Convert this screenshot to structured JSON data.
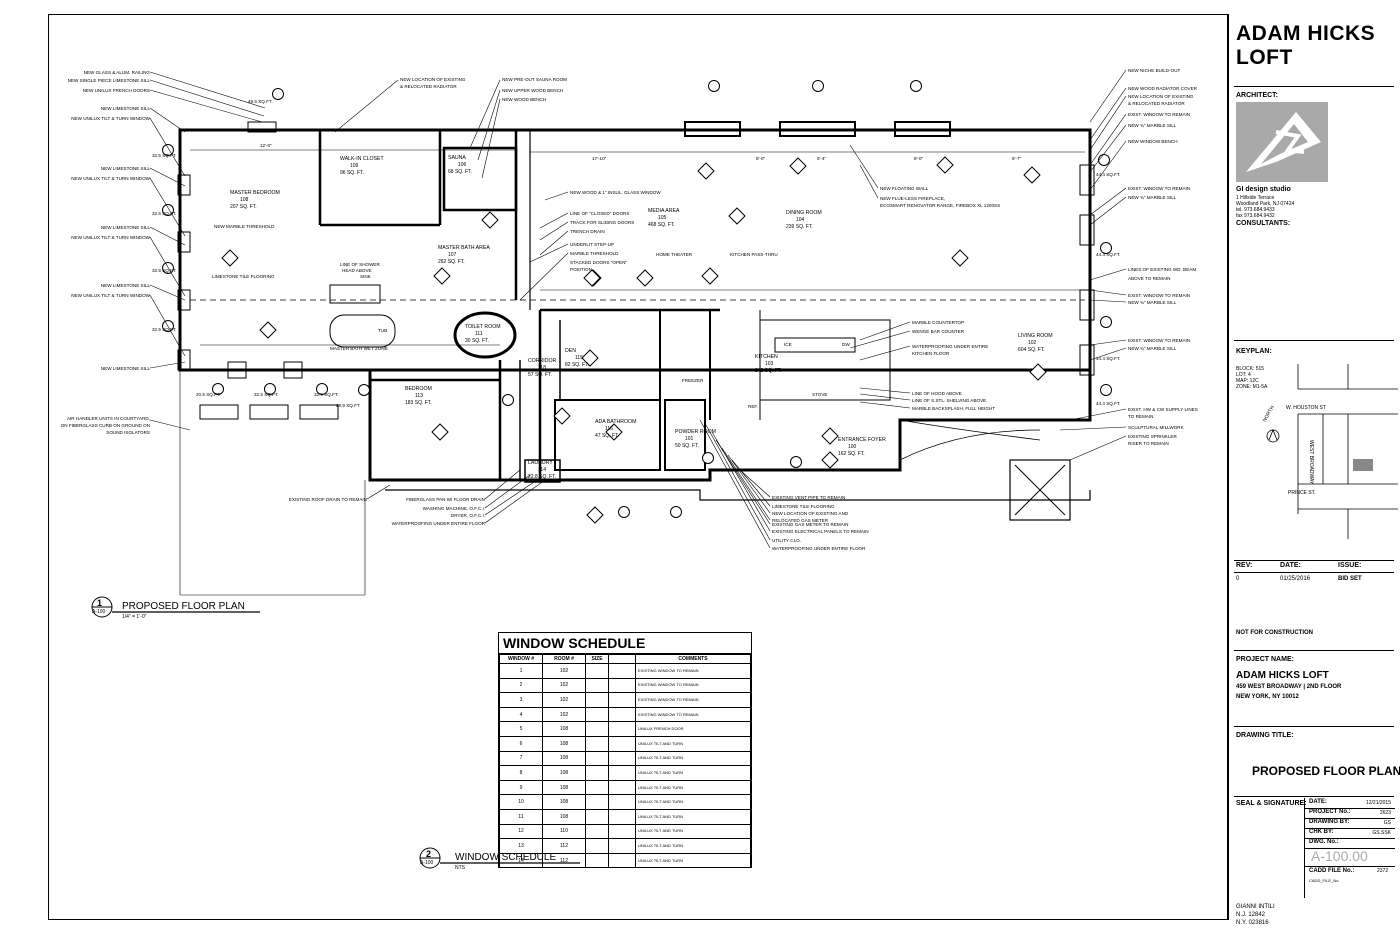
{
  "project": {
    "title": "ADAM HICKS LOFT",
    "architect_label": "ARCHITECT:",
    "studio_name": "GI design studio",
    "studio_lines": [
      "1 Hillside Terrace",
      "Woodland Park, NJ 07424",
      "tel. 973.684.9433",
      "fax 973.684.9432"
    ],
    "consultants_label": "CONSULTANTS:",
    "keyplan_label": "KEYPLAN:",
    "keyplan_info": [
      "BLOCK: 515",
      "LOT: 4",
      "MAP: 12C",
      "ZONE: M1-5A"
    ],
    "keyplan_streets": {
      "north_street": "W. HOUSTON ST",
      "east_street": "WEST BROADWAY",
      "south_street": "PRINCE ST.",
      "north_label": "NORTH"
    },
    "rev_headers": [
      "REV:",
      "DATE:",
      "ISSUE:"
    ],
    "rev_row": [
      "0",
      "01/25/2016",
      "BID SET"
    ],
    "not_for_construction": "NOT FOR CONSTRUCTION",
    "project_name_label": "PROJECT NAME:",
    "project_name": "ADAM HICKS LOFT",
    "address_1": "459 WEST BROADWAY | 2ND FLOOR",
    "address_2": "NEW YORK, NY 10012",
    "drawing_title_label": "DRAWING TITLE:",
    "drawing_title": "PROPOSED FLOOR PLAN",
    "seal_label": "SEAL & SIGNATURE:",
    "info_rows": [
      {
        "label": "DATE:",
        "value": "12/21/2015"
      },
      {
        "label": "PROJECT No.:",
        "value": "2623"
      },
      {
        "label": "DRAWING BY:",
        "value": "GS"
      },
      {
        "label": "CHK BY:",
        "value": "GS.SSK"
      },
      {
        "label": "DWG. No.:",
        "value": ""
      }
    ],
    "dwg_number": "A-100.00",
    "cadd_label": "CADD FILE No.:",
    "cadd_value": "2372",
    "cadd_sub": "CADD_FILE_No.",
    "signer": [
      "GIANNI INTILI",
      "N.J. 12842",
      "N.Y. 023816"
    ]
  },
  "plan": {
    "callout_1_num": "1",
    "callout_1_sheet": "A-100",
    "callout_1_title": "PROPOSED FLOOR PLAN",
    "callout_1_scale": "1/4\" = 1'-0\"",
    "callout_2_num": "2",
    "callout_2_sheet": "A-100",
    "callout_2_title": "WINDOW SCHEDULE",
    "callout_2_scale": "NTS",
    "rooms": [
      {
        "name": "MASTER BEDROOM",
        "num": "108",
        "area": "207 SQ. FT."
      },
      {
        "name": "WALK-IN CLOSET",
        "num": "109",
        "area": "96 SQ. FT."
      },
      {
        "name": "SAUNA",
        "num": "106",
        "area": "68 SQ. FT."
      },
      {
        "name": "MEDIA AREA",
        "num": "105",
        "area": "468 SQ. FT."
      },
      {
        "name": "DINING ROOM",
        "num": "104",
        "area": "239 SQ. FT."
      },
      {
        "name": "MASTER BATH AREA",
        "num": "107",
        "area": "262 SQ. FT."
      },
      {
        "name": "TOILET ROOM",
        "num": "111",
        "area": "30 SQ. FT."
      },
      {
        "name": "DEN",
        "num": "115",
        "area": "82 SQ. FT."
      },
      {
        "name": "KITCHEN",
        "num": "103",
        "area": "242 SQ. FT."
      },
      {
        "name": "LIVING ROOM",
        "num": "102",
        "area": "604 SQ. FT."
      },
      {
        "name": "BEDROOM",
        "num": "113",
        "area": "183 SQ. FT."
      },
      {
        "name": "ADA BATHROOM",
        "num": "116",
        "area": "47 SQ. FT."
      },
      {
        "name": "POWDER ROOM",
        "num": "101",
        "area": "50 SQ. FT."
      },
      {
        "name": "ENTRANCE FOYER",
        "num": "100",
        "area": "162 SQ. FT."
      },
      {
        "name": "CORRIDOR",
        "num": "118",
        "area": "57 SQ. FT."
      },
      {
        "name": "LAUNDRY",
        "num": "114",
        "area": "22.8 SQ. FT."
      }
    ],
    "notes_left": [
      "NEW GLASS & ALUM. RAILING",
      "NEW SINGLE PIECE LIMESTONE SILL",
      "NEW UNILUX FRENCH DOORS",
      "NEW LIMESTONE SILL",
      "NEW UNILUX TILT & TURN WINDOW",
      "NEW LIMESTONE SILL",
      "NEW UNILUX TILT & TURN WINDOW",
      "NEW LIMESTONE SILL",
      "NEW UNILUX TILT & TURN WINDOW",
      "NEW LIMESTONE SILL",
      "NEW UNILUX TILT & TURN WINDOW",
      "NEW LIMESTONE SILL"
    ],
    "note_air": [
      "AIR HANDLER UNITS IN COURTYARD,",
      "ON FIBERGLASS CURB ON GROUND ON",
      "SOUND ISOLATORS"
    ],
    "notes_top_mid": [
      "NEW LOCATION OF EXISTING",
      "& RELOCATED RADIATOR",
      "NEW PRE-OUT SAUNA ROOM",
      "NEW UPPER WOOD BENCH",
      "NEW WOOD BENCH"
    ],
    "notes_center": [
      "NEW WOOD & 1\" INSUL. GLASS WINDOW",
      "LINE OF \"CLOSED\" DOORS",
      "TRACK FOR SLIDING DOORS",
      "TRENCH DRAIN",
      "UNDERLIT STEP-UP",
      "MARBLE THRESHOLD",
      "STACKED DOORS \"OPEN\"",
      "POSITION"
    ],
    "notes_fireplace": [
      "NEW FLOATING WALL",
      "NEW FLUE-LESS FIREPLACE,",
      "ECOSMART RENOVATOR RANGE, FIREBOX XL 1200SS"
    ],
    "notes_kitchen": [
      "MARBLE COUNTERTOP",
      "WENGE BAR COUNTER",
      "WATERPROOFING UNDER ENTIRE",
      "KITCHEN FLOOR",
      "LINE OF HOOD ABOVE",
      "LINE OF S.STL. SHELVING ABOVE",
      "MARBLE BACKSPLASH, FULL HEIGHT"
    ],
    "notes_right": [
      "NEW NICHE BUILD-OUT",
      "NEW WOOD RADIATOR COVER",
      "NEW LOCATION OF EXISTING",
      "& RELOCATED RADIATOR",
      "EXIST. WINDOW TO REMAIN",
      "NEW ¾\" MARBLE SILL",
      "NEW WINDOW BENCH",
      "EXIST. WINDOW TO REMAIN",
      "NEW ¾\" MARBLE SILL",
      "LINES OF EXISTING WD. BEAM",
      "ABOVE TO REMAIN",
      "EXIST. WINDOW TO REMAIN",
      "NEW ¾\" MARBLE SILL",
      "EXIST. WINDOW TO REMAIN",
      "NEW ¾\" MARBLE SILL",
      "EXIST. HW & CW SUPPLY LINES",
      "TO REMAIN",
      "SCULPTURAL MILLWORK",
      "EXISTING SPRINKLER",
      "RISER TO REMAIN"
    ],
    "notes_bottom": [
      "EXISTING ROOF DRAIN TO REMAIN",
      "FIBERGLASS PAN W/ FLOOR DRAIN",
      "WASHING MACHINE, O.F.C.I.",
      "DRYER, O.F.C.I.",
      "WATERPROOFING UNDER ENTIRE FLOOR",
      "EXISTING VENT PIPE TO REMAIN",
      "LIMESTONE TILE FLOORING",
      "NEW LOCATION OF EXISTING AND",
      "RELOCATED GAS METER",
      "EXISTING GAS METER TO REMAIN",
      "EXISTING ELECTRICAL PANELS TO REMAIN",
      "UTILITY CLO.",
      "WATERPROOFING UNDER ENTIRE FLOOR"
    ],
    "misc_labels": [
      "HOME THEATER",
      "KITCHEN PASS-THRU",
      "NEW MARBLE THRESHOLD",
      "LINE OF SHOWER",
      "HEAD ABOVE",
      "LIMESTONE TILE FLOORING",
      "MASTER BATH WET ZONE",
      "SINK",
      "TUB",
      "FREEZER",
      "REF.",
      "STOVE",
      "ICE",
      "DW"
    ],
    "areas": [
      "49.5 SQ.FT.",
      "32.5 SQ.FT.",
      "32.5 SQ.FT.",
      "32.5 SQ.FT.",
      "32.5 SQ.FT.",
      "20.5 SQ.FT.",
      "32.5 SQ.FT.",
      "32.5 SQ.FT.",
      "28.9 SQ.FT.",
      "44.4 SQ.FT.",
      "44.4 SQ.FT.",
      "44.4 SQ.FT.",
      "44.4 SQ.FT."
    ],
    "dims_top": [
      "12'-0\"",
      "17'-10\"",
      "8'-0\"",
      "5'-4\"",
      "6'-7\"",
      "8'-0\""
    ]
  },
  "window_schedule": {
    "title": "WINDOW SCHEDULE",
    "headers": [
      "WINDOW #",
      "ROOM #",
      "SIZE",
      "COMMENTS"
    ],
    "rows": [
      {
        "w": "1",
        "room": "102",
        "comment": "EXISTING WINDOW TO REMAIN"
      },
      {
        "w": "2",
        "room": "102",
        "comment": "EXISTING WINDOW TO REMAIN"
      },
      {
        "w": "3",
        "room": "102",
        "comment": "EXISTING WINDOW TO REMAIN"
      },
      {
        "w": "4",
        "room": "102",
        "comment": "EXISTING WINDOW TO REMAIN"
      },
      {
        "w": "5",
        "room": "108",
        "comment": "UNILUX FRENCH DOOR"
      },
      {
        "w": "6",
        "room": "108",
        "comment": "UNILUX TILT AND TURN"
      },
      {
        "w": "7",
        "room": "108",
        "comment": "UNILUX TILT AND TURN"
      },
      {
        "w": "8",
        "room": "108",
        "comment": "UNILUX TILT AND TURN"
      },
      {
        "w": "9",
        "room": "108",
        "comment": "UNILUX TILT AND TURN"
      },
      {
        "w": "10",
        "room": "108",
        "comment": "UNILUX TILT AND TURN"
      },
      {
        "w": "11",
        "room": "108",
        "comment": "UNILUX TILT AND TURN"
      },
      {
        "w": "12",
        "room": "110",
        "comment": "UNILUX TILT AND TURN"
      },
      {
        "w": "13",
        "room": "112",
        "comment": "UNILUX TILT AND TURN"
      },
      {
        "w": "14",
        "room": "112",
        "comment": "UNILUX TILT AND TURN"
      }
    ]
  }
}
